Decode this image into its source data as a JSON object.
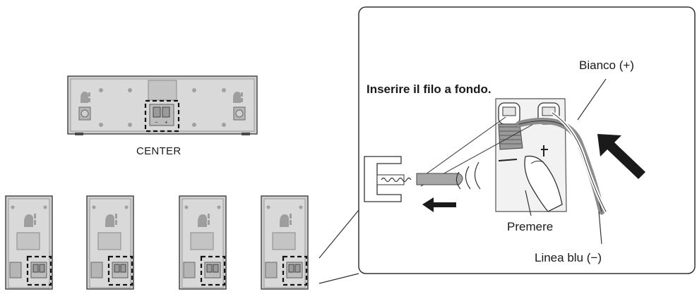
{
  "labels": {
    "center": "CENTER",
    "instruction": "Inserire il filo a fondo.",
    "white": "Bianco (+)",
    "press": "Premere",
    "blue_line": "Linea blu (−)"
  },
  "colors": {
    "speaker_body": "#cfcfcf",
    "speaker_edge": "#4a4a4a",
    "wire_grey": "#8c8c8c",
    "arrow": "#1a1a1a"
  },
  "icons": {
    "push_arrow": "arrow-left-icon",
    "insert_arrow": "arrow-up-left-icon"
  }
}
